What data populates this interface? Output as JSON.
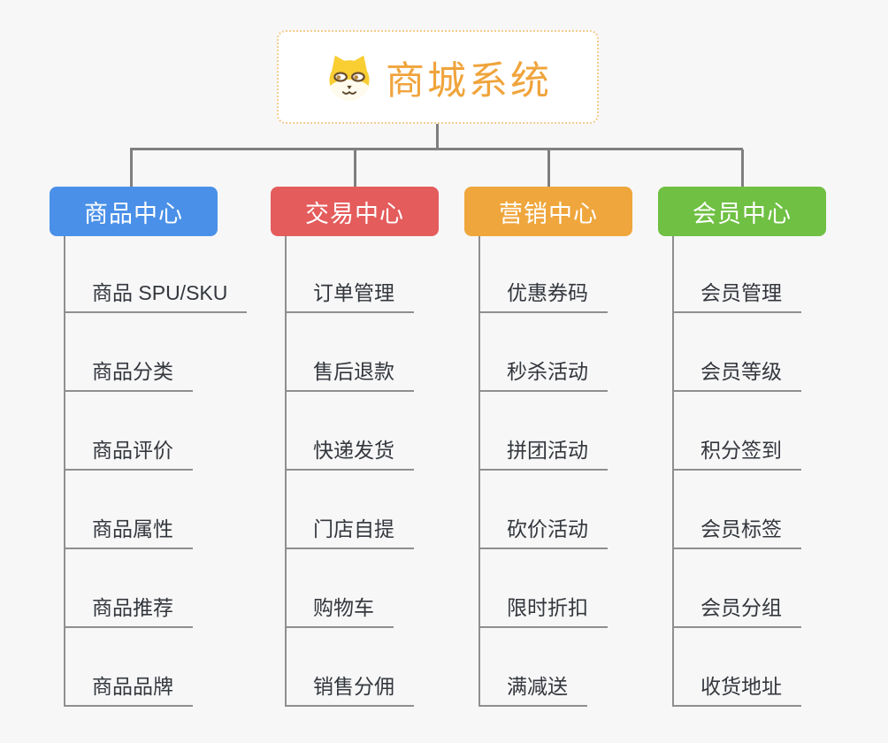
{
  "root": {
    "title": "商城系统",
    "icon": "shiba-dog-icon",
    "text_color": "#F0A43C",
    "border_color": "#F3CB8E"
  },
  "colors": {
    "background": "#F7F7F7",
    "connector_line": "#7F7F7F",
    "branch_line": "#8F8F8F",
    "item_text": "#33373D"
  },
  "branches": [
    {
      "label": "商品中心",
      "color": "#4A90E8",
      "items": [
        "商品 SPU/SKU",
        "商品分类",
        "商品评价",
        "商品属性",
        "商品推荐",
        "商品品牌"
      ]
    },
    {
      "label": "交易中心",
      "color": "#E45C5C",
      "items": [
        "订单管理",
        "售后退款",
        "快递发货",
        "门店自提",
        "购物车",
        "销售分佣"
      ]
    },
    {
      "label": "营销中心",
      "color": "#EFA63C",
      "items": [
        "优惠券码",
        "秒杀活动",
        "拼团活动",
        "砍价活动",
        "限时折扣",
        "满减送"
      ]
    },
    {
      "label": "会员中心",
      "color": "#6FC043",
      "items": [
        "会员管理",
        "会员等级",
        "积分签到",
        "会员标签",
        "会员分组",
        "收货地址"
      ]
    }
  ]
}
